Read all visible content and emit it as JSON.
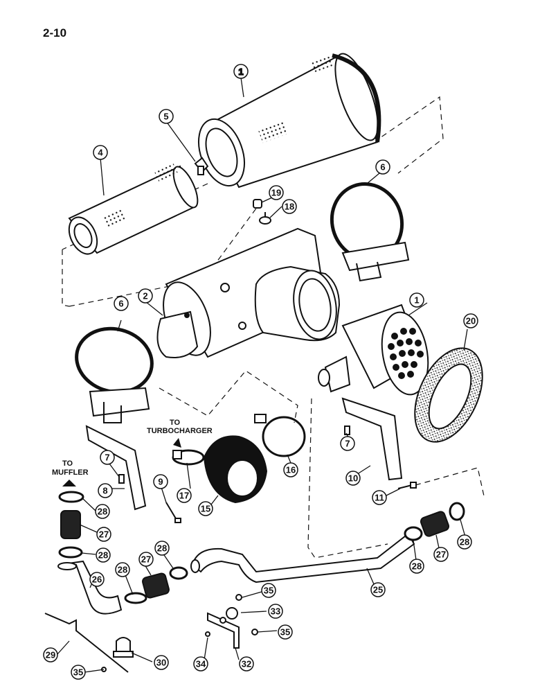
{
  "page": {
    "number": "2-10"
  },
  "captions": {
    "muffler": [
      "TO",
      "MUFFLER"
    ],
    "turbo": [
      "TO",
      "TURBOCHARGER"
    ]
  },
  "callouts": [
    "1",
    "2",
    "3",
    "4",
    "5",
    "6",
    "6",
    "7",
    "7",
    "8",
    "9",
    "10",
    "11",
    "15",
    "16",
    "17",
    "18",
    "19",
    "20",
    "25",
    "26",
    "27",
    "27",
    "27",
    "28",
    "28",
    "28",
    "28",
    "28",
    "28",
    "29",
    "30",
    "32",
    "33",
    "34",
    "35",
    "35",
    "35",
    "35"
  ],
  "colors": {
    "ink": "#111111",
    "paper": "#ffffff"
  }
}
